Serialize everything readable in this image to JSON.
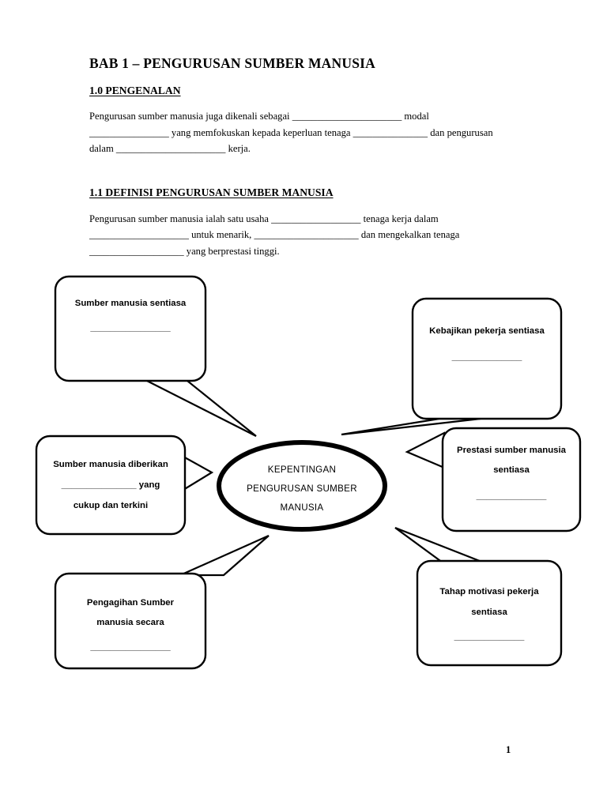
{
  "document": {
    "chapter_title": "BAB 1 – PENGURUSAN SUMBER MANUSIA",
    "page_number": "1",
    "sections": [
      {
        "heading": "1.0 PENGENALAN",
        "paragraph_lines": [
          "Pengurusan sumber manusia juga dikenali sebagai ______________________ modal",
          "________________ yang memfokuskan kepada keperluan tenaga _______________ dan pengurusan",
          "dalam ______________________ kerja."
        ]
      },
      {
        "heading": "1.1 DEFINISI PENGURUSAN SUMBER MANUSIA",
        "paragraph_lines": [
          "Pengurusan sumber manusia ialah satu usaha __________________ tenaga kerja dalam",
          "____________________ untuk menarik, _____________________ dan mengekalkan tenaga",
          "___________________ yang berprestasi tinggi."
        ]
      }
    ]
  },
  "mindmap": {
    "center": {
      "lines": [
        "KEPENTINGAN",
        "PENGURUSAN SUMBER",
        "MANUSIA"
      ]
    },
    "nodes": [
      {
        "id": "top-left",
        "lines": [
          "Sumber manusia sentiasa",
          "________________"
        ]
      },
      {
        "id": "top-right",
        "lines": [
          "Kebajikan pekerja sentiasa",
          "______________"
        ]
      },
      {
        "id": "right-middle",
        "lines": [
          "Prestasi sumber manusia",
          "sentiasa",
          "______________"
        ]
      },
      {
        "id": "left-middle",
        "lines": [
          "Sumber manusia diberikan",
          "_______________ yang",
          "cukup dan terkini"
        ]
      },
      {
        "id": "bottom-left",
        "lines": [
          "Pengagihan Sumber",
          "manusia secara",
          "________________"
        ]
      },
      {
        "id": "bottom-right",
        "lines": [
          "Tahap motivasi pekerja",
          "sentiasa",
          "______________"
        ]
      }
    ]
  },
  "colors": {
    "ink": "#000000",
    "paper": "#ffffff"
  }
}
